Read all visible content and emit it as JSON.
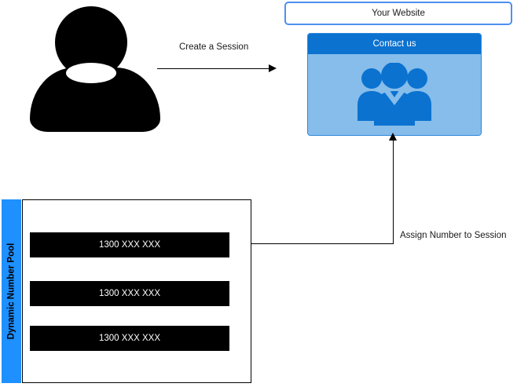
{
  "diagram": {
    "actor": {
      "name": "user-actor",
      "icon": "person-icon"
    },
    "flow_create": {
      "label": "Create a Session",
      "arrow_icon": "arrow-right-icon"
    },
    "website": {
      "title": "Your Website",
      "border_color": "#4d90f0"
    },
    "contact_panel": {
      "header": "Contact us",
      "header_color": "#0b72d0",
      "body_color": "#86bdea",
      "icon": "people-group-icon"
    },
    "flow_assign": {
      "label": "Assign Number to Session",
      "arrow_icon": "arrow-up-icon"
    },
    "pool": {
      "sidebar_label": "Dynamic Number Pool",
      "sidebar_color": "#1e90ff",
      "numbers": [
        "1300 XXX XXX",
        "1300 XXX XXX",
        "1300 XXX XXX"
      ]
    }
  }
}
